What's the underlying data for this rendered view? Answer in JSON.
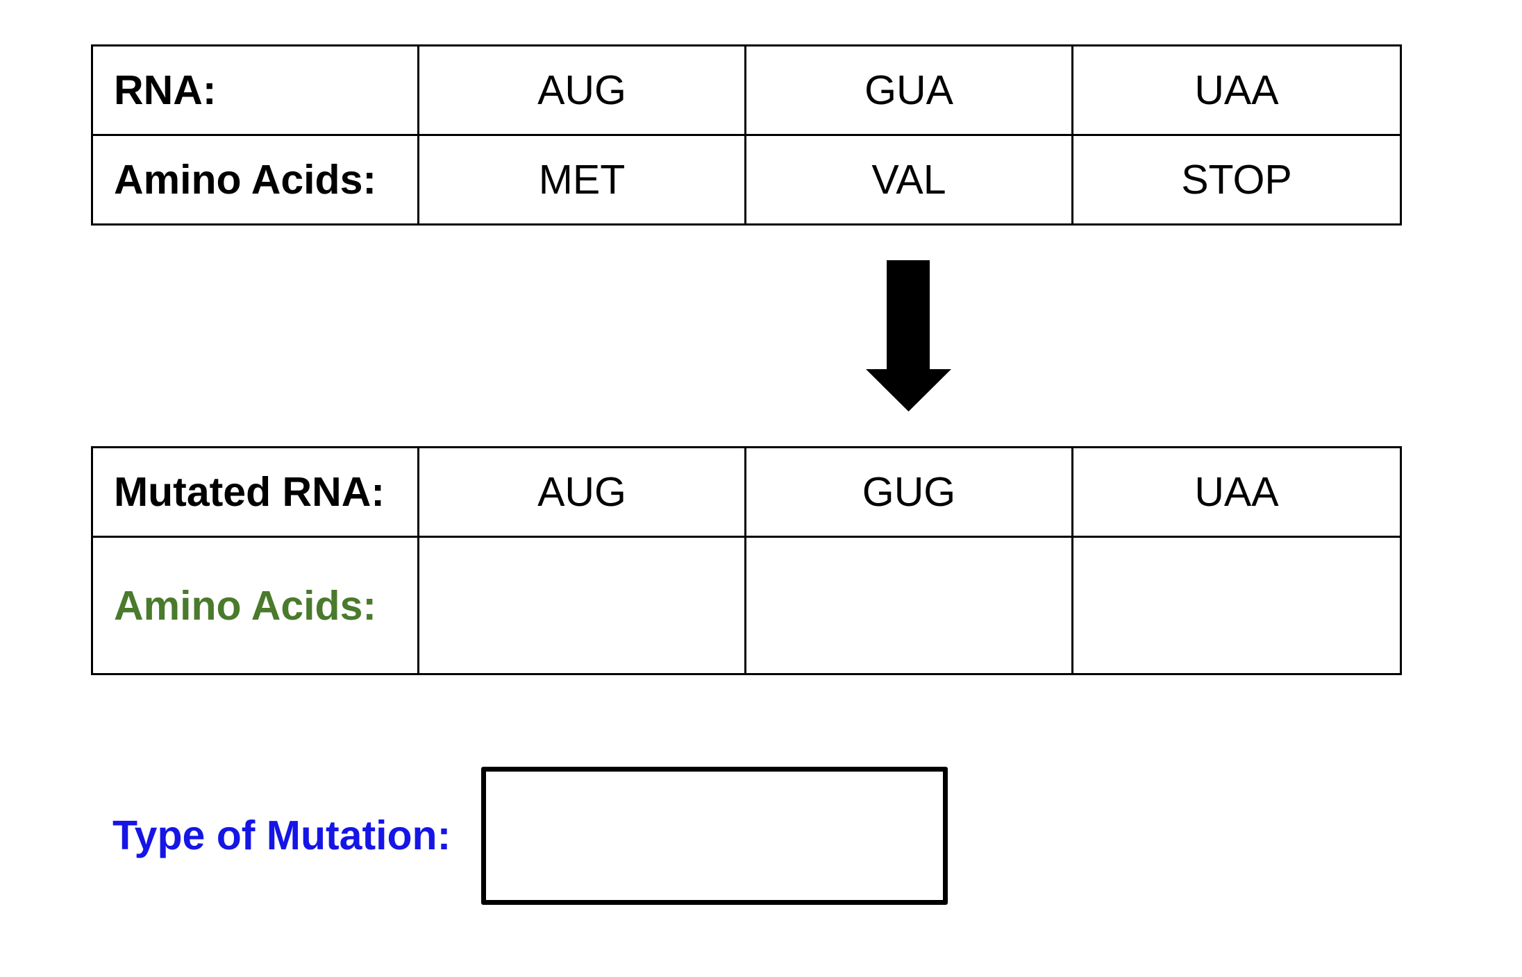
{
  "original": {
    "rna_label": "RNA:",
    "rna_codons": [
      "AUG",
      "GUA",
      "UAA"
    ],
    "amino_label": "Amino Acids:",
    "amino_acids": [
      "MET",
      "VAL",
      "STOP"
    ]
  },
  "arrow": {
    "icon": "down-arrow-icon",
    "color": "#000000"
  },
  "mutated": {
    "rna_label": "Mutated RNA:",
    "rna_codons": [
      "AUG",
      "GUG",
      "UAA"
    ],
    "amino_label": "Amino Acids:",
    "amino_label_color": "#4a7a2c",
    "amino_acids": [
      "",
      "",
      ""
    ]
  },
  "mutation_type": {
    "label": "Type of Mutation:",
    "label_color": "#1515e6",
    "value": ""
  }
}
